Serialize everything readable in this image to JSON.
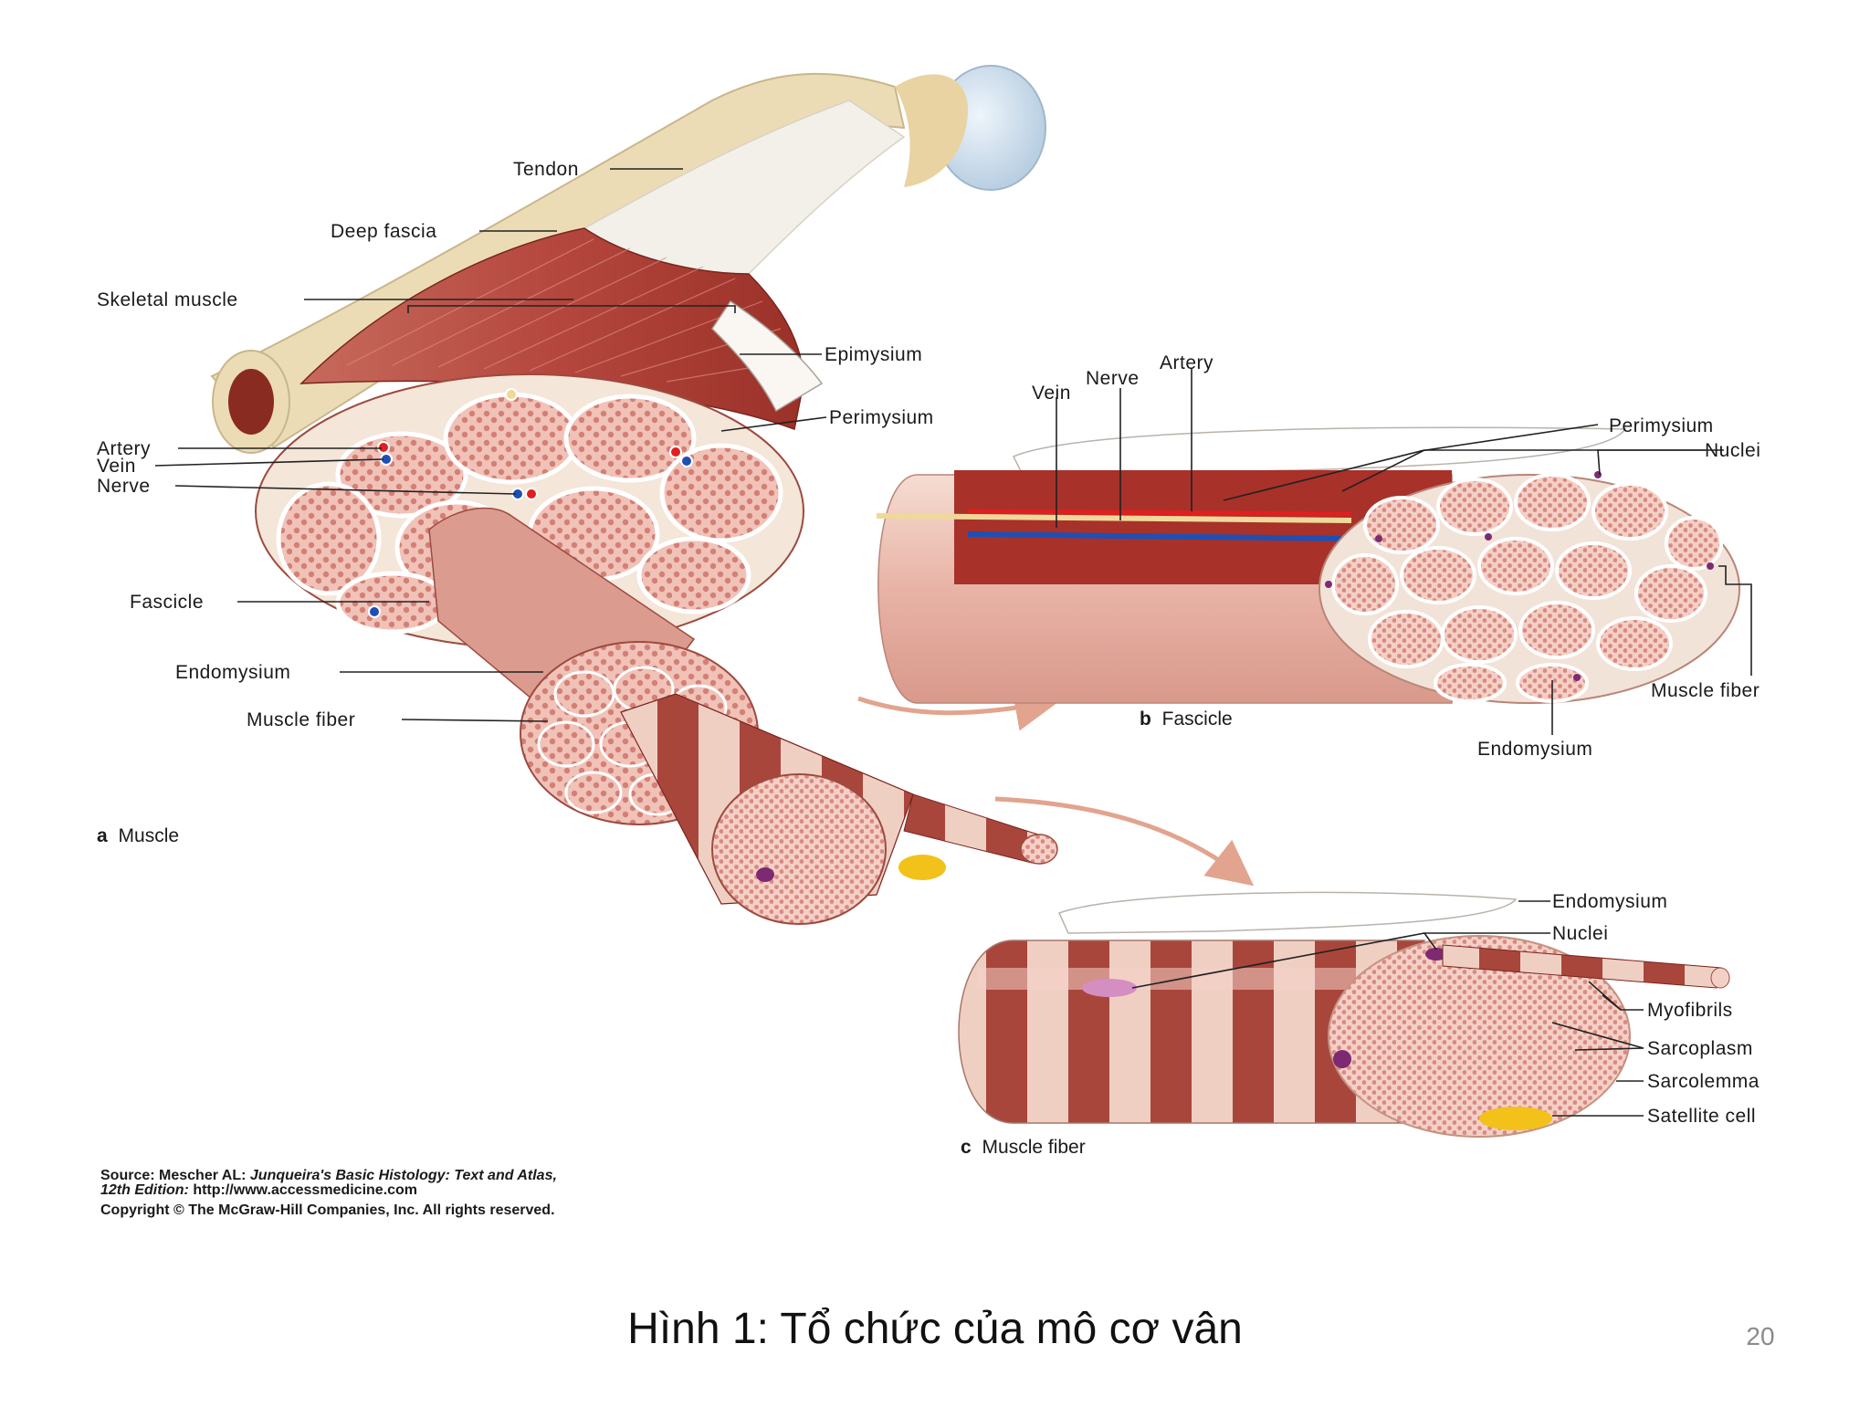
{
  "figure": {
    "panel_a": {
      "tag": "a",
      "name": "Muscle",
      "labels": {
        "tendon": "Tendon",
        "deep_fascia": "Deep fascia",
        "skeletal_muscle": "Skeletal muscle",
        "epimysium": "Epimysium",
        "perimysium": "Perimysium",
        "artery": "Artery",
        "vein": "Vein",
        "nerve": "Nerve",
        "fascicle": "Fascicle",
        "endomysium": "Endomysium",
        "muscle_fiber": "Muscle fiber"
      }
    },
    "panel_b": {
      "tag": "b",
      "name": "Fascicle",
      "labels": {
        "vein": "Vein",
        "nerve": "Nerve",
        "artery": "Artery",
        "perimysium": "Perimysium",
        "nuclei": "Nuclei",
        "muscle_fiber": "Muscle fiber",
        "endomysium": "Endomysium"
      }
    },
    "panel_c": {
      "tag": "c",
      "name": "Muscle fiber",
      "labels": {
        "endomysium": "Endomysium",
        "nuclei": "Nuclei",
        "myofibrils": "Myofibrils",
        "sarcoplasm": "Sarcoplasm",
        "sarcolemma": "Sarcolemma",
        "satellite_cell": "Satellite cell"
      }
    },
    "source": {
      "line1_prefix": "Source: Mescher AL: ",
      "line1_title": "Junqueira's Basic Histology: Text and Atlas,",
      "line2_edition": "12th Edition: ",
      "line2_url": "http://www.accessmedicine.com",
      "line3": "Copyright © The McGraw-Hill Companies, Inc. All rights reserved."
    },
    "colors": {
      "muscle_red": "#b5473e",
      "muscle_dark": "#8e2a22",
      "fiber_pink": "#e8a59c",
      "tissue_cream": "#f4e6d8",
      "bone": "#ecdcb5",
      "cartilage_blue": "#cfe0ee",
      "artery_red": "#e01f1f",
      "vein_blue": "#1f4fb3",
      "nerve_yellow": "#f0d89a",
      "satellite_yellow": "#f2c21a",
      "nucleus_purple": "#7d2a73"
    }
  },
  "caption": "Hình 1: Tổ chức của mô cơ vân",
  "page_number": "20"
}
